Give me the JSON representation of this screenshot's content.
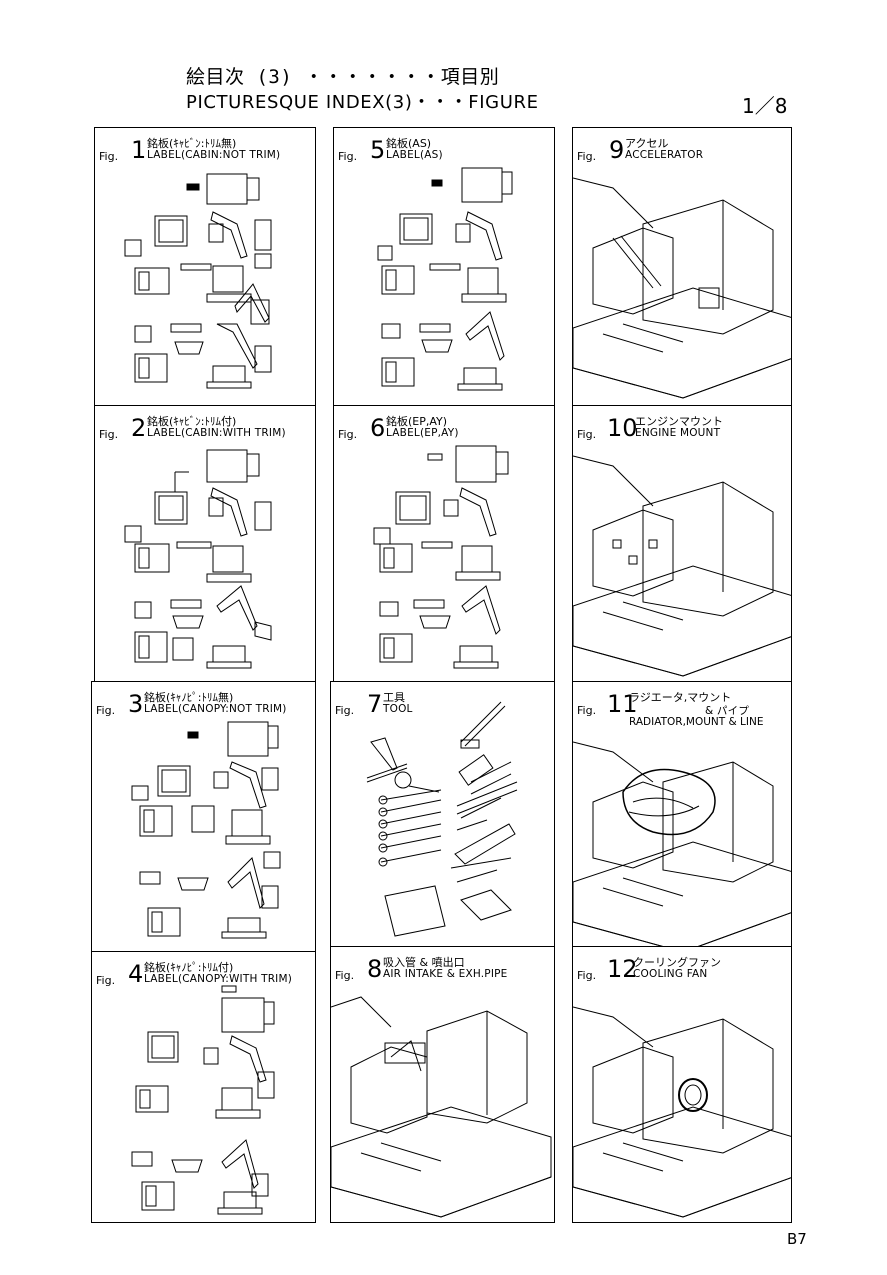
{
  "header": {
    "title_jp": "絵目次 (3) ・・・・・・・項目別",
    "title_en": "PICTURESQUE INDEX(3)・・・FIGURE",
    "page": "1／8"
  },
  "footer": {
    "code": "B7"
  },
  "figures": [
    {
      "fig": "Fig.",
      "num": "1",
      "jp": "銘板(ｷｬﾋﾞﾝ:ﾄﾘﾑ無)",
      "en": "LABEL(CABIN:NOT TRIM)",
      "en2": ""
    },
    {
      "fig": "Fig.",
      "num": "2",
      "jp": "銘板(ｷｬﾋﾞﾝ:ﾄﾘﾑ付)",
      "en": "LABEL(CABIN:WITH TRIM)",
      "en2": ""
    },
    {
      "fig": "Fig.",
      "num": "3",
      "jp": "銘板(ｷｬﾉﾋﾟ:ﾄﾘﾑ無)",
      "en": "LABEL(CANOPY:NOT TRIM)",
      "en2": ""
    },
    {
      "fig": "Fig.",
      "num": "4",
      "jp": "銘板(ｷｬﾉﾋﾟ:ﾄﾘﾑ付)",
      "en": "LABEL(CANOPY:WITH TRIM)",
      "en2": ""
    },
    {
      "fig": "Fig.",
      "num": "5",
      "jp": "銘板(AS)",
      "en": "LABEL(AS)",
      "en2": ""
    },
    {
      "fig": "Fig.",
      "num": "6",
      "jp": "銘板(EP,AY)",
      "en": "LABEL(EP,AY)",
      "en2": ""
    },
    {
      "fig": "Fig.",
      "num": "7",
      "jp": "工具",
      "en": "TOOL",
      "en2": ""
    },
    {
      "fig": "Fig.",
      "num": "8",
      "jp": "吸入管 & 噴出口",
      "en": "AIR INTAKE & EXH.PIPE",
      "en2": ""
    },
    {
      "fig": "Fig.",
      "num": "9",
      "jp": "アクセル",
      "en": "ACCELERATOR",
      "en2": ""
    },
    {
      "fig": "Fig.",
      "num": "10",
      "jp": "エンジンマウント",
      "en": "ENGINE MOUNT",
      "en2": ""
    },
    {
      "fig": "Fig.",
      "num": "11",
      "jp": "ラジエータ,マウント",
      "en": "& パイプ",
      "en2": "RADIATOR,MOUNT & LINE"
    },
    {
      "fig": "Fig.",
      "num": "12",
      "jp": "クーリングファン",
      "en": "COOLING FAN",
      "en2": ""
    }
  ]
}
